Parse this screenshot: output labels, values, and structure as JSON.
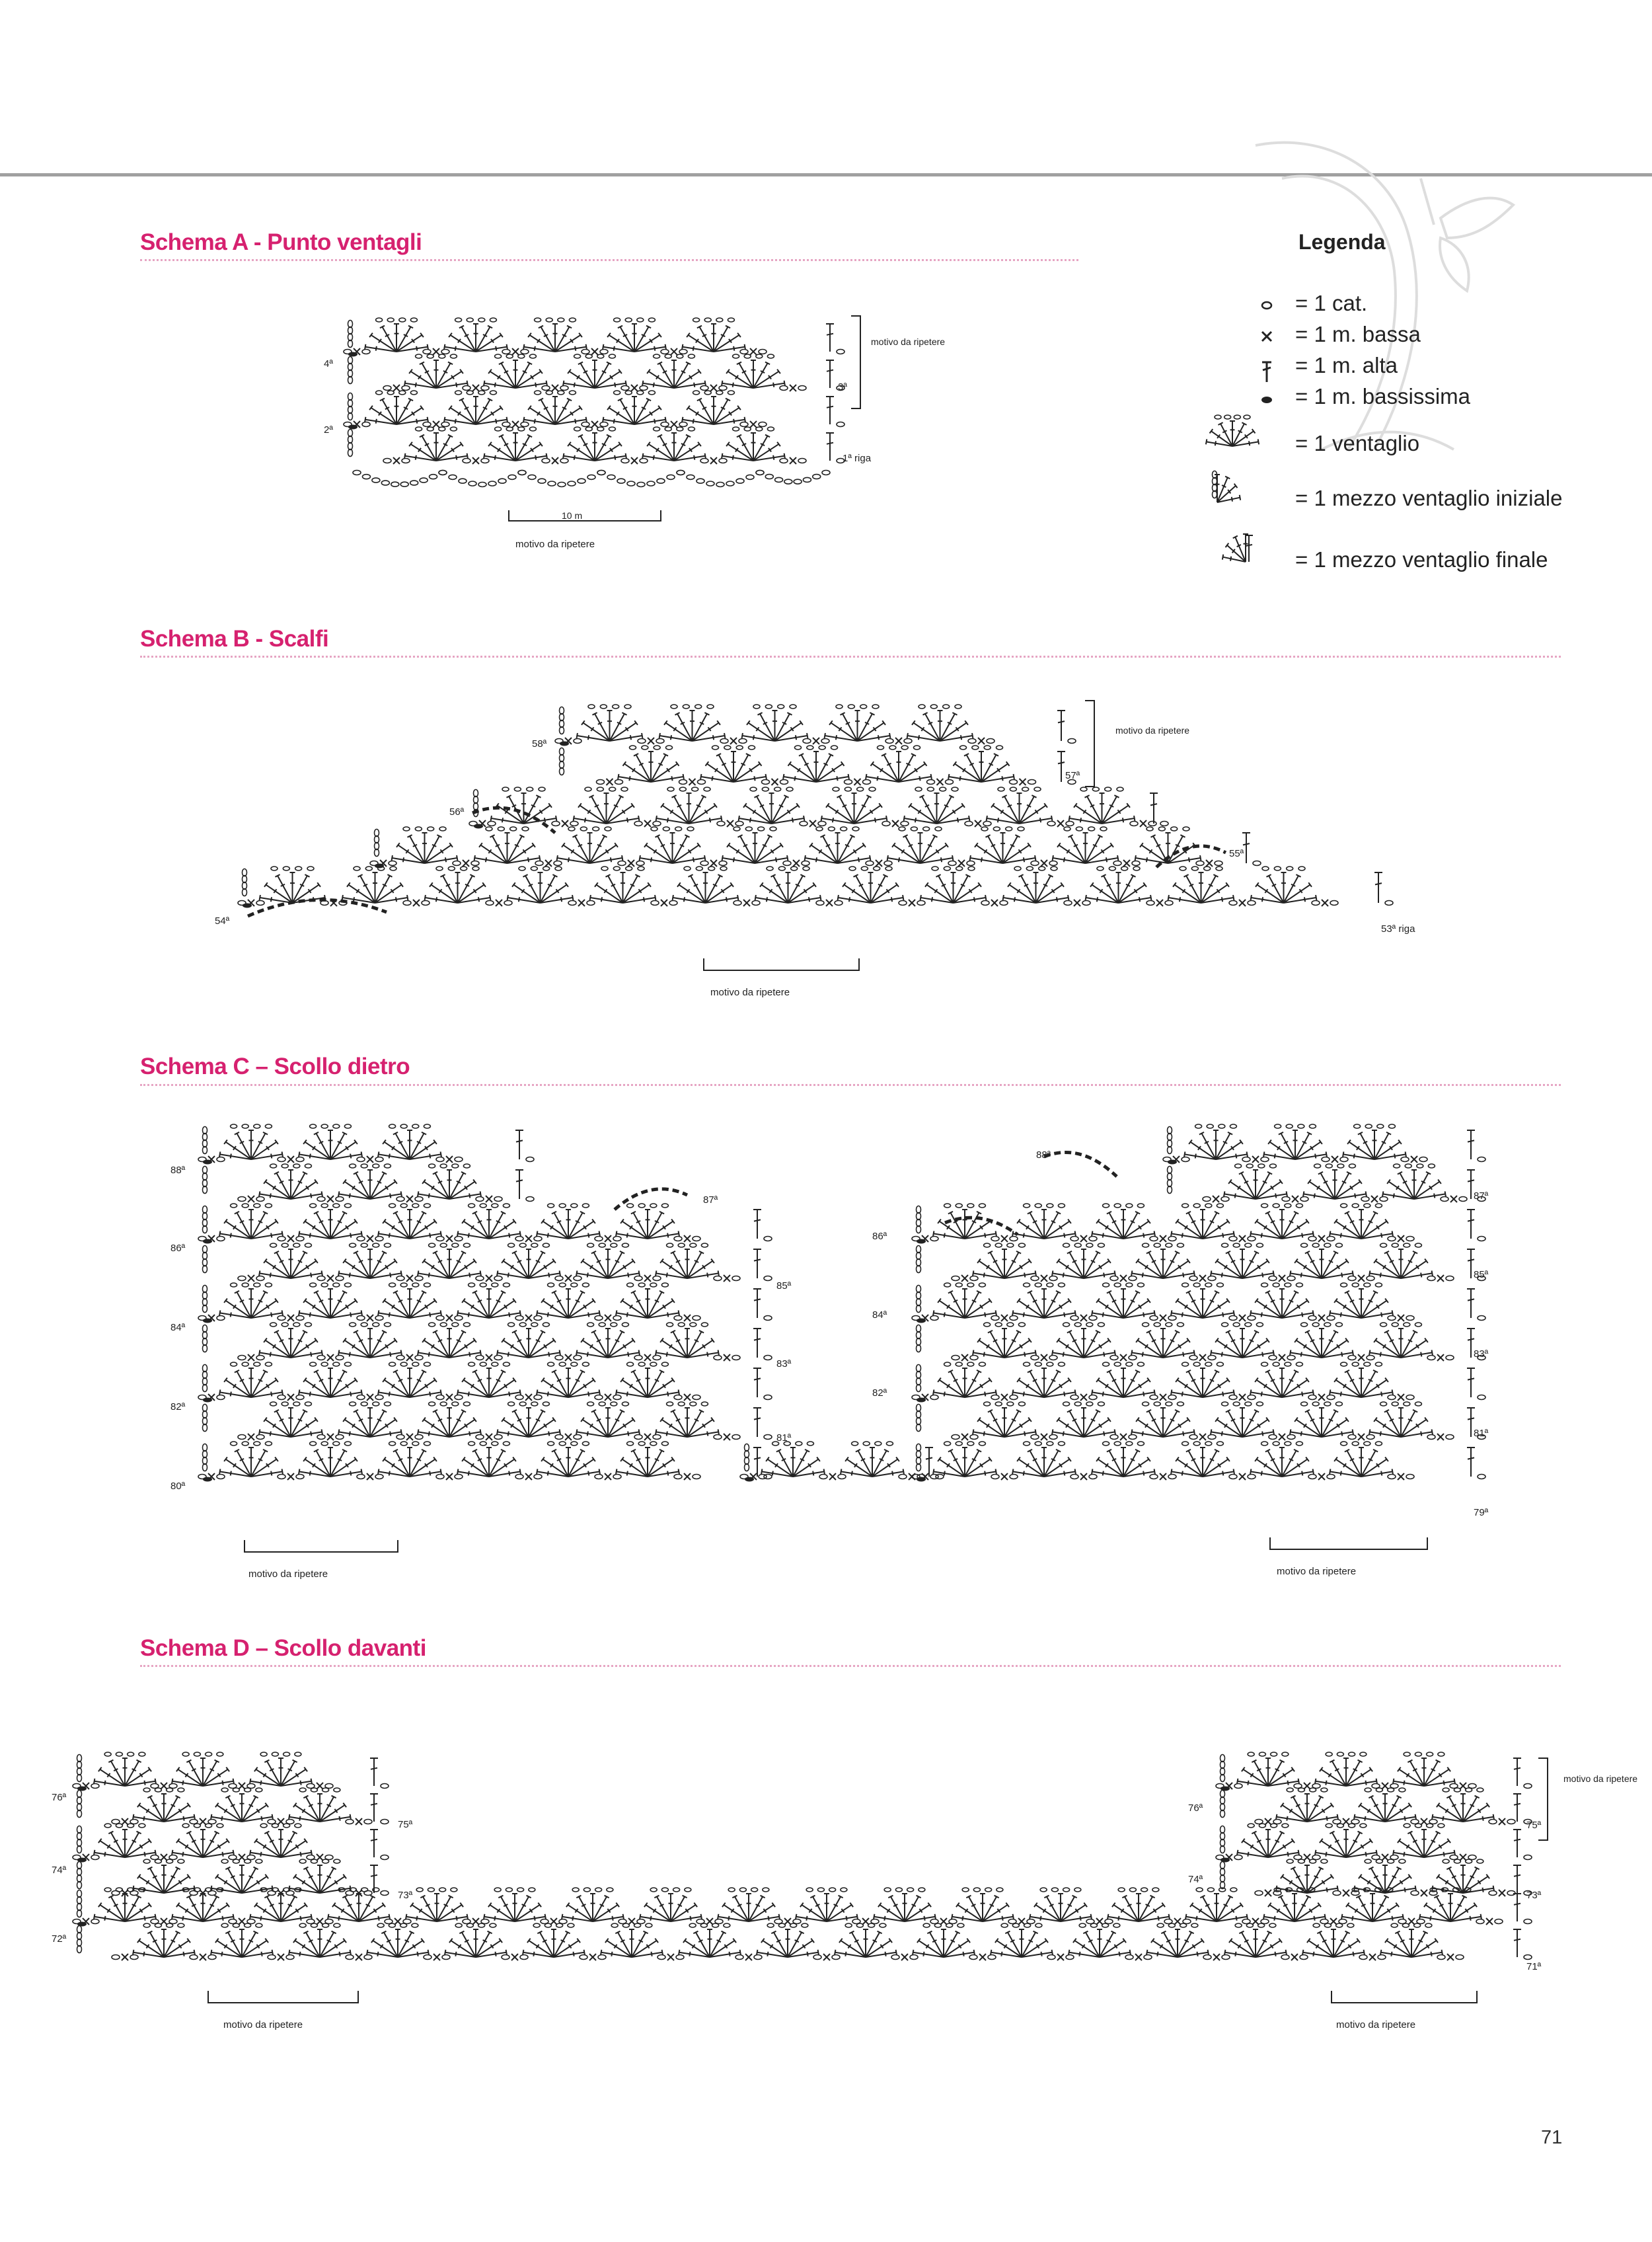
{
  "page_number": "71",
  "schemas": {
    "A": {
      "title": "Schema A - Punto ventagli",
      "rows": [
        "4ª",
        "2ª"
      ],
      "right_rows": [
        "3ª",
        "1ª riga"
      ],
      "bracket_label": "motivo da ripetere",
      "bracket_stitch": "10 m",
      "bottom_label": "motivo da ripetere"
    },
    "B": {
      "title": "Schema B - Scalfi",
      "rows": [
        "58ª",
        "56ª",
        "54ª"
      ],
      "right_rows": [
        "57ª",
        "55ª",
        "53ª riga"
      ],
      "bracket_label": "motivo da ripetere",
      "bottom_label": "motivo da ripetere"
    },
    "C": {
      "title": "Schema C – Scollo dietro",
      "left_rows": [
        "88ª",
        "86ª",
        "84ª",
        "82ª",
        "80ª"
      ],
      "inner_right_rows": [
        "87ª",
        "85ª",
        "83ª",
        "81ª"
      ],
      "inner_left_rows": [
        "88ª",
        "86ª",
        "84ª",
        "82ª"
      ],
      "right_rows": [
        "87ª",
        "85ª",
        "83ª",
        "81ª",
        "79ª"
      ],
      "bottom_label_left": "motivo da ripetere",
      "bottom_label_right": "motivo da ripetere"
    },
    "D": {
      "title": "Schema D – Scollo davanti",
      "left_rows": [
        "76ª",
        "74ª",
        "72ª"
      ],
      "inner_right_rows": [
        "75ª",
        "73ª"
      ],
      "inner_left_rows": [
        "76ª",
        "74ª"
      ],
      "right_rows": [
        "75ª",
        "73ª",
        "71ª"
      ],
      "bracket_label": "motivo da ripetere",
      "bottom_label_left": "motivo da ripetere",
      "bottom_label_right": "motivo da ripetere"
    }
  },
  "legend": {
    "title": "Legenda",
    "items": [
      {
        "symbol": "chain-icon",
        "text": "= 1 cat."
      },
      {
        "symbol": "single-crochet-icon",
        "text": "= 1 m. bassa"
      },
      {
        "symbol": "double-crochet-icon",
        "text": "= 1 m. alta"
      },
      {
        "symbol": "slip-stitch-icon",
        "text": "= 1 m. bassissima"
      },
      {
        "symbol": "fan-icon",
        "text": "= 1 ventaglio"
      },
      {
        "symbol": "half-fan-start-icon",
        "text": "= 1 mezzo ventaglio iniziale"
      },
      {
        "symbol": "half-fan-end-icon",
        "text": "= 1 mezzo ventaglio finale"
      }
    ]
  }
}
